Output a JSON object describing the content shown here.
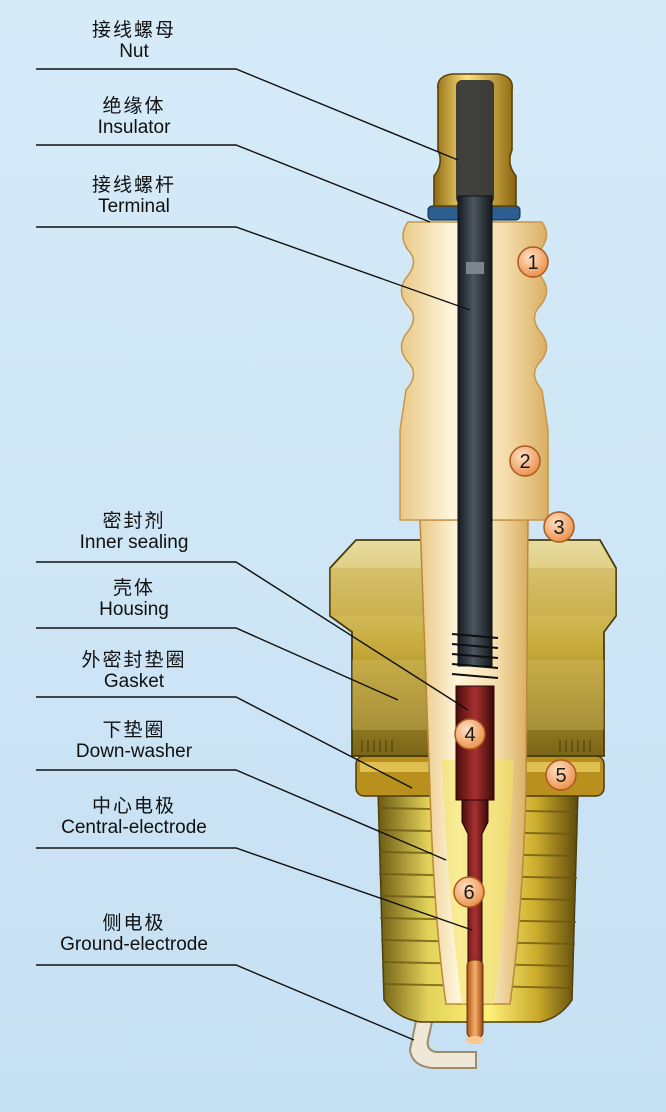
{
  "labels": [
    {
      "zh": "接线螺母",
      "en": "Nut"
    },
    {
      "zh": "绝缘体",
      "en": "Insulator"
    },
    {
      "zh": "接线螺杆",
      "en": "Terminal"
    },
    {
      "zh": "密封剂",
      "en": "Inner sealing"
    },
    {
      "zh": "壳体",
      "en": "Housing"
    },
    {
      "zh": "外密封垫圈",
      "en": "Gasket"
    },
    {
      "zh": "下垫圈",
      "en": "Down-washer"
    },
    {
      "zh": "中心电极",
      "en": "Central-electrode"
    },
    {
      "zh": "侧电极",
      "en": "Ground-electrode"
    }
  ],
  "markers": [
    "1",
    "2",
    "3",
    "4",
    "5",
    "6"
  ],
  "colors": {
    "background": "#cfe6f6",
    "insulator": "#f7e3b4",
    "metal": "#d9c24a",
    "terminal": "#2a3138",
    "core": "#8b1e1e",
    "marker": "#f4a56a"
  }
}
